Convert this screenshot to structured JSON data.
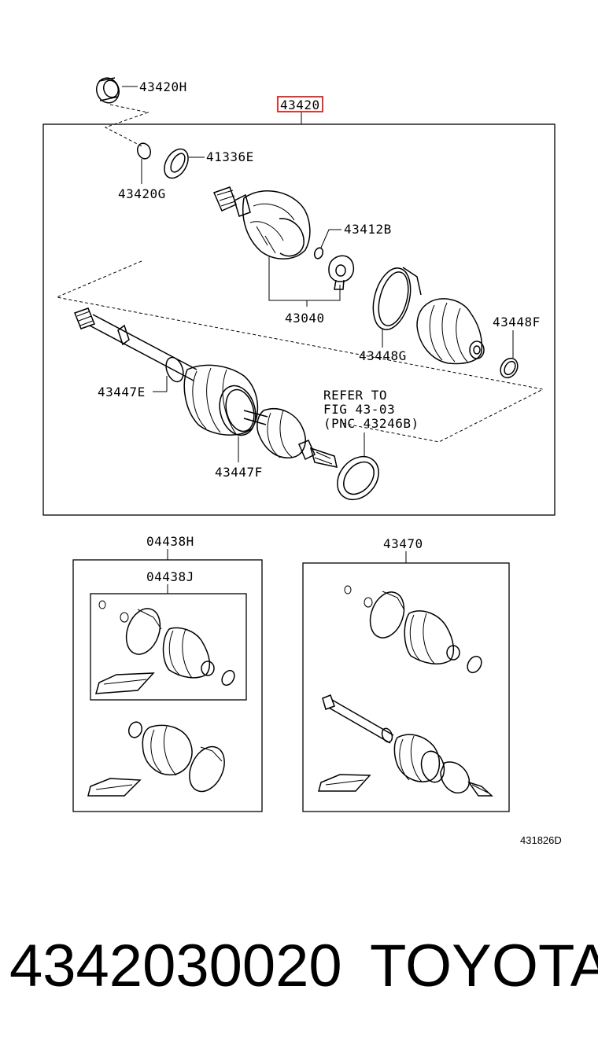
{
  "labels": {
    "p43420H": "43420H",
    "p43420": "43420",
    "p41336E": "41336E",
    "p43420G": "43420G",
    "p43412B": "43412B",
    "p43040": "43040",
    "p43448G": "43448G",
    "p43448F": "43448F",
    "p43447E": "43447E",
    "p43447F": "43447F",
    "p04438H": "04438H",
    "p04438J": "04438J",
    "p43470": "43470"
  },
  "refer_note": {
    "line1": "REFER TO",
    "line2": "FIG 43-03",
    "line3": "(PNC 43246B)"
  },
  "diagram_code": "431826D",
  "caption": {
    "part_number": "4342030020",
    "brand": "TOYOTA"
  },
  "colors": {
    "highlight": "#e0201b",
    "ink": "#000000"
  }
}
